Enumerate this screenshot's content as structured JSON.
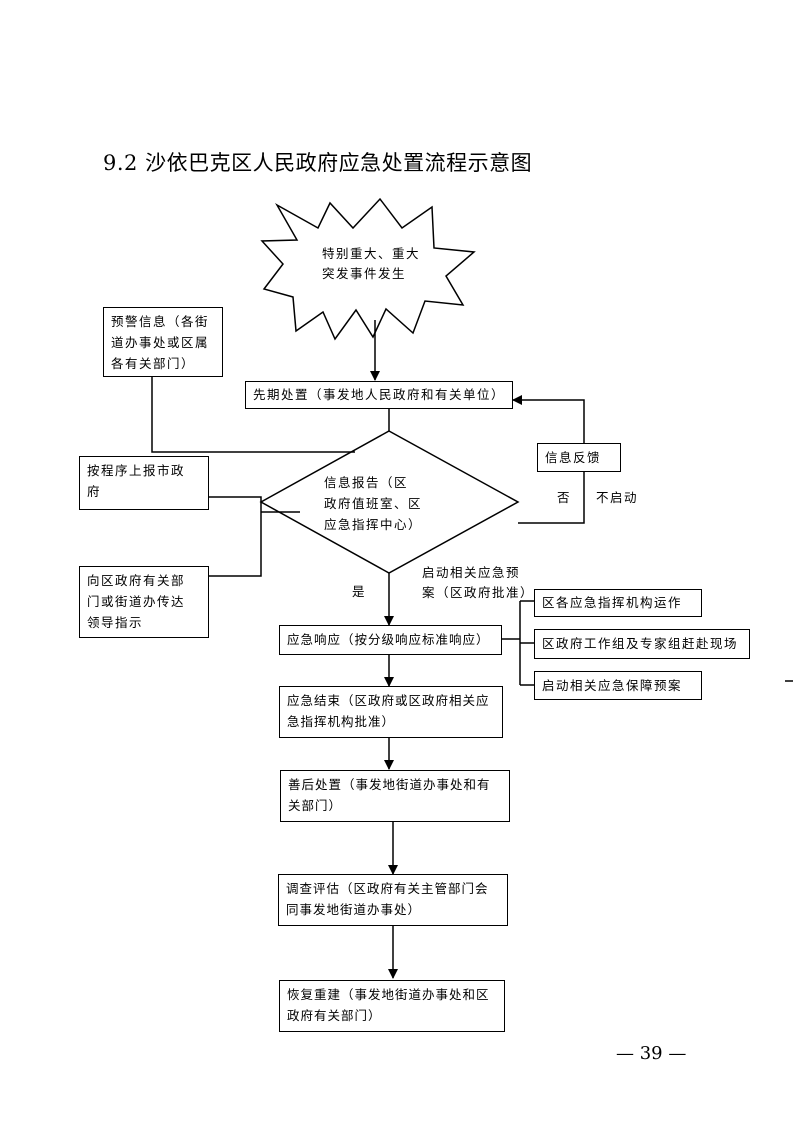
{
  "title": "9.2 沙依巴克区人民政府应急处置流程示意图",
  "nodes": {
    "start": "特别重大、重大\n突发事件发生",
    "warning": "预警信息（各街\n道办事处或区属\n各有关部门）",
    "initial": "先期处置（事发地人民政府和有关单位）",
    "feedback": "信息反馈",
    "report_city": "按程序上报市政\n府",
    "info_report": "信息报告（区\n政府值班室、区\n应急指挥中心）",
    "instruct": "向区政府有关部\n门或街道办传达\n领导指示",
    "response": "应急响应（按分级响应标准响应）",
    "command_ops": "区各应急指挥机构运作",
    "expert_team": "区政府工作组及专家组赶赴现场",
    "support_plan": "启动相关应急保障预案",
    "end": "应急结束（区政府或区政府相关应\n急指挥机构批准）",
    "aftermath": "善后处置（事发地街道办事处和有\n关部门）",
    "investigate": "调查评估（区政府有关主管部门会\n同事发地街道办事处）",
    "rebuild": "恢复重建（事发地街道办事处和区\n政府有关部门）"
  },
  "labels": {
    "no": "否",
    "not_start": "不启动",
    "yes": "是",
    "start_plan": "启动相关应急预\n案（区政府批准）"
  },
  "page_number": "— 39 —"
}
